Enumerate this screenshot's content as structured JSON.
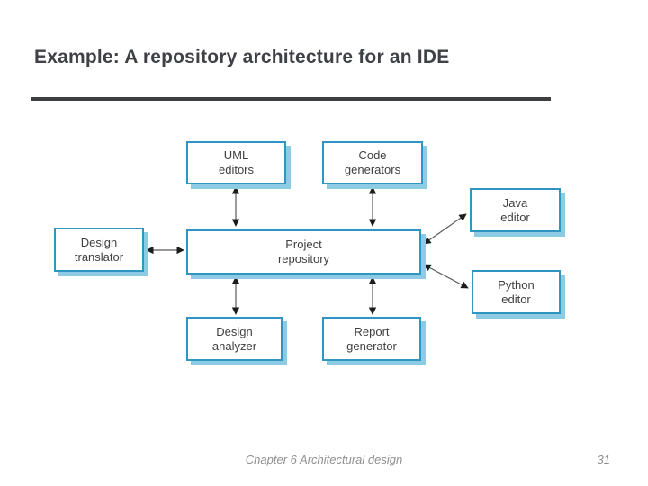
{
  "slide": {
    "title": "Example: A repository architecture for an IDE",
    "footer": "Chapter 6 Architectural design",
    "page_number": "31"
  },
  "diagram": {
    "nodes": {
      "uml_editors": {
        "line1": "UML",
        "line2": "editors"
      },
      "code_generators": {
        "line1": "Code",
        "line2": "generators"
      },
      "java_editor": {
        "line1": "Java",
        "line2": "editor"
      },
      "design_translator": {
        "line1": "Design",
        "line2": "translator"
      },
      "project_repository": {
        "line1": "Project",
        "line2": "repository"
      },
      "python_editor": {
        "line1": "Python",
        "line2": "editor"
      },
      "design_analyzer": {
        "line1": "Design",
        "line2": "analyzer"
      },
      "report_generator": {
        "line1": "Report",
        "line2": "generator"
      }
    },
    "connections": [
      {
        "from": "uml_editors",
        "to": "project_repository",
        "style": "bidirectional"
      },
      {
        "from": "code_generators",
        "to": "project_repository",
        "style": "bidirectional"
      },
      {
        "from": "design_translator",
        "to": "project_repository",
        "style": "bidirectional"
      },
      {
        "from": "java_editor",
        "to": "project_repository",
        "style": "bidirectional"
      },
      {
        "from": "python_editor",
        "to": "project_repository",
        "style": "bidirectional"
      },
      {
        "from": "design_analyzer",
        "to": "project_repository",
        "style": "bidirectional"
      },
      {
        "from": "report_generator",
        "to": "project_repository",
        "style": "bidirectional"
      }
    ],
    "colors": {
      "box_border": "#2e96c0",
      "box_shadow": "#8ccbe3",
      "box_text": "#3f3f3f",
      "arrow_line": "#5a5a5a",
      "arrow_head": "#1c1c1c"
    }
  }
}
